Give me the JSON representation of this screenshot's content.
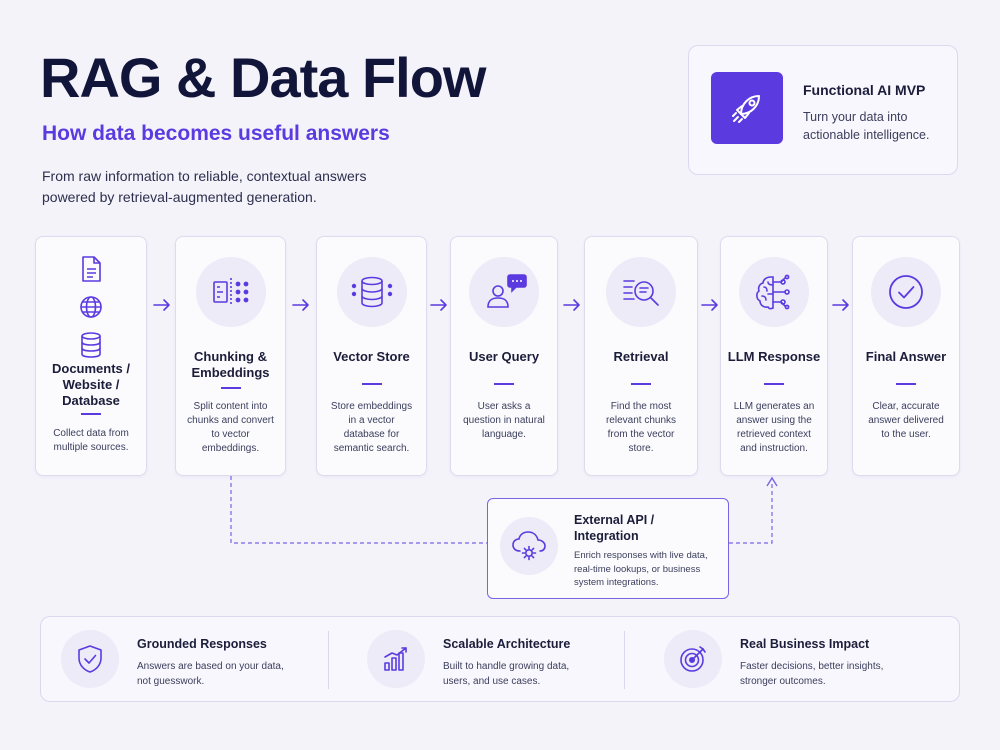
{
  "header": {
    "title": "RAG & Data Flow",
    "subtitle": "How data becomes useful answers",
    "description_lines": [
      "From raw information to reliable, contextual answers",
      "powered by retrieval-augmented generation."
    ]
  },
  "mvp": {
    "title": "Functional AI MVP",
    "text": "Turn your data into actionable intelligence.",
    "icon": "rocket-icon"
  },
  "steps": [
    {
      "title_lines": [
        "Documents /",
        "Website /",
        "Database"
      ],
      "text_lines": [
        "Collect data from",
        "multiple sources."
      ],
      "icons": [
        "document-icon",
        "globe-icon",
        "database-icon"
      ]
    },
    {
      "title_lines": [
        "Chunking &",
        "Embeddings"
      ],
      "text_lines": [
        "Split content into",
        "chunks and convert",
        "to vector",
        "embeddings."
      ],
      "icon": "chunking-icon"
    },
    {
      "title_lines": [
        "Vector Store"
      ],
      "text_lines": [
        "Store embeddings",
        "in a vector",
        "database for",
        "semantic search."
      ],
      "icon": "vector-database-icon"
    },
    {
      "title_lines": [
        "User Query"
      ],
      "text_lines": [
        "User asks a",
        "question in natural",
        "language."
      ],
      "icon": "user-chat-icon"
    },
    {
      "title_lines": [
        "Retrieval"
      ],
      "text_lines": [
        "Find the most",
        "relevant chunks",
        "from the vector",
        "store."
      ],
      "icon": "search-document-icon"
    },
    {
      "title_lines": [
        "LLM Response"
      ],
      "text_lines": [
        "LLM generates an",
        "answer using the",
        "retrieved context",
        "and instruction."
      ],
      "icon": "brain-circuit-icon"
    },
    {
      "title_lines": [
        "Final Answer"
      ],
      "text_lines": [
        "Clear, accurate",
        "answer delivered",
        "to the user."
      ],
      "icon": "check-circle-icon"
    }
  ],
  "external": {
    "title_lines": [
      "External API /",
      "Integration"
    ],
    "text_lines": [
      "Enrich responses with live data,",
      "real-time lookups, or business",
      "system integrations."
    ],
    "icon": "cloud-gear-icon"
  },
  "benefits": [
    {
      "title": "Grounded Responses",
      "text_lines": [
        "Answers are based on your data,",
        "not guesswork."
      ],
      "icon": "shield-check-icon"
    },
    {
      "title": "Scalable Architecture",
      "text_lines": [
        "Built to handle growing data,",
        "users, and use cases."
      ],
      "icon": "bar-chart-icon"
    },
    {
      "title": "Real Business Impact",
      "text_lines": [
        "Faster decisions, better insights,",
        "stronger outcomes."
      ],
      "icon": "target-icon"
    }
  ],
  "colors": {
    "accent": "#5b3be0",
    "title": "#12153a",
    "background": "#f4f3fa"
  }
}
